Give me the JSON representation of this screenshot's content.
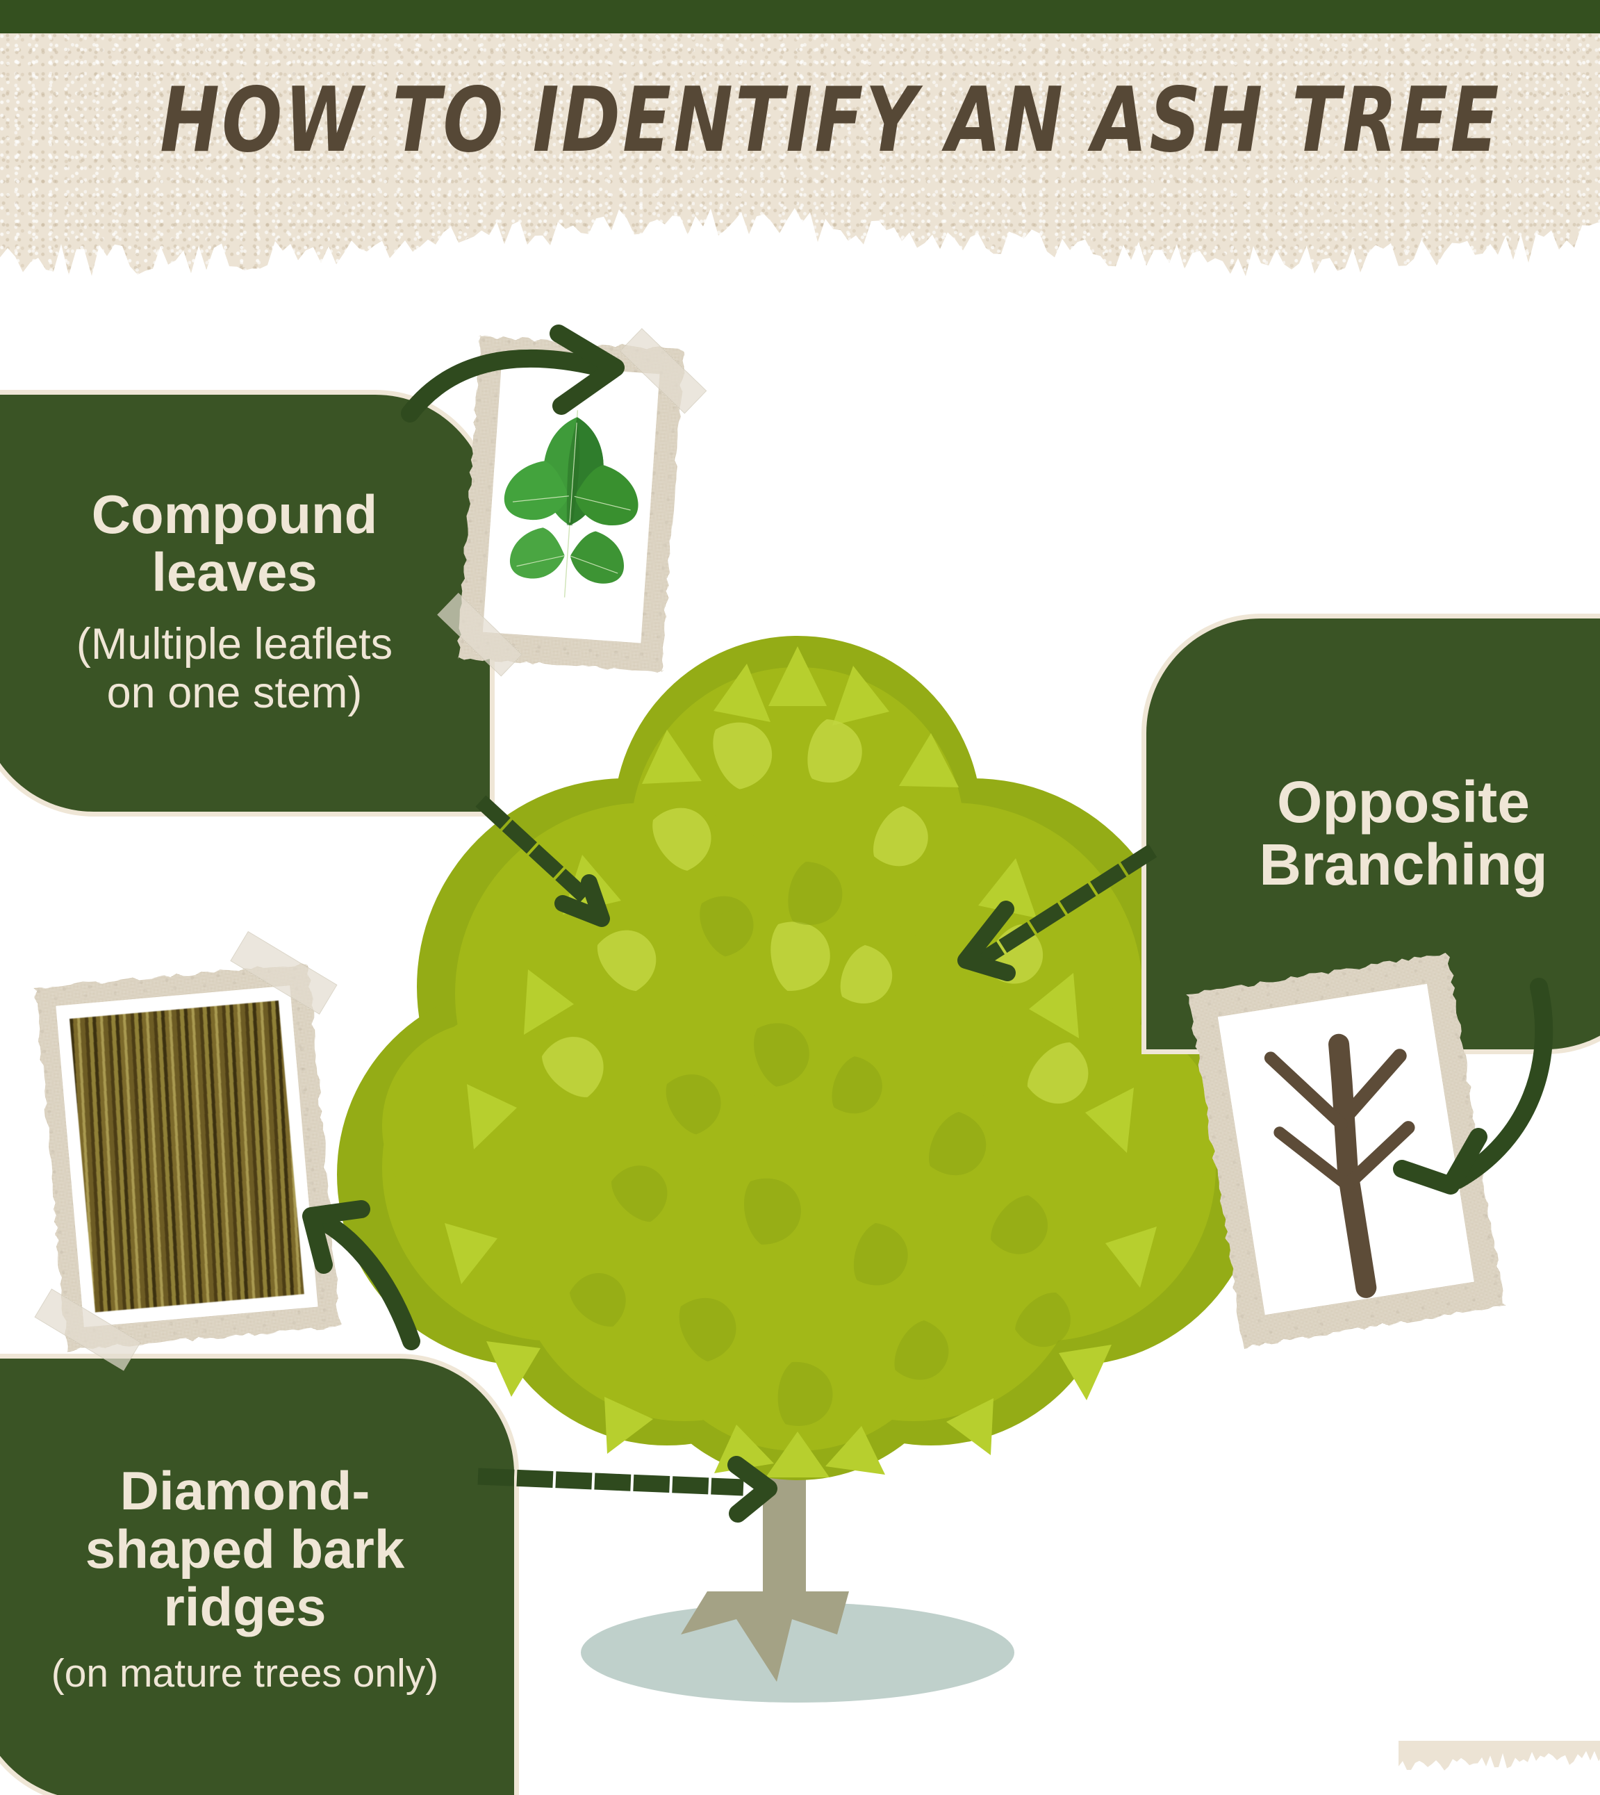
{
  "header": {
    "title": "HOW TO IDENTIFY AN ASH TREE",
    "band_color": "#34501f",
    "paper_color": "#ece3d4",
    "title_color": "#564836"
  },
  "palette": {
    "box_green": "#3a5425",
    "cream": "#efe6d6",
    "canopy_light": "#b7cf2e",
    "canopy_mid": "#a2b818",
    "canopy_dark": "#8fa616",
    "trunk": "#a4a285",
    "ground_shadow": "#bfd0cb",
    "arrow_green": "#2f4a1e",
    "branch_brown": "#5d4c38",
    "card_paper": "#d9cdb4",
    "leaf_photo_green": "#3f9b3a"
  },
  "callouts": [
    {
      "id": "compound-leaves",
      "title": "Compound leaves",
      "title_line1": "Compound",
      "title_line2": "leaves",
      "subtitle_line1": "(Multiple leaflets",
      "subtitle_line2": "on one stem)"
    },
    {
      "id": "opposite-branching",
      "title": "Opposite Branching",
      "title_line1": "Opposite",
      "title_line2": "Branching",
      "subtitle_line1": "",
      "subtitle_line2": ""
    },
    {
      "id": "diamond-bark",
      "title": "Diamond-shaped bark ridges",
      "title_line1": "Diamond-",
      "title_line2": "shaped bark",
      "title_line3": "ridges",
      "subtitle_line1": "(on mature trees only)"
    }
  ],
  "photo_cards": [
    {
      "id": "leaf-card",
      "depicts": "compound ash leaf with five leaflets on one stem"
    },
    {
      "id": "bark-card",
      "depicts": "close-up photo of furrowed diamond-ridged ash bark"
    },
    {
      "id": "branch-card",
      "depicts": "illustration of a twig with opposite branching pairs"
    }
  ],
  "illustration": {
    "subject": "ash tree",
    "canopy": "leafy rounded crown",
    "trunk": "grey trunk with opposite branches and flared roots",
    "ground": "elliptical shadow"
  },
  "arrows": [
    {
      "id": "arrow-to-leaf-card",
      "style": "solid-curved",
      "from": "compound-leaves callout",
      "to": "leaf card"
    },
    {
      "id": "arrow-to-canopy-left",
      "style": "dashed",
      "from": "compound-leaves callout",
      "to": "tree canopy left"
    },
    {
      "id": "arrow-to-canopy-right",
      "style": "dashed",
      "from": "opposite-branching callout",
      "to": "tree canopy right"
    },
    {
      "id": "arrow-to-branch-card",
      "style": "solid-curved",
      "from": "opposite-branching callout",
      "to": "branch card"
    },
    {
      "id": "arrow-to-bark-card",
      "style": "solid-curved",
      "from": "diamond-bark callout",
      "to": "bark card"
    },
    {
      "id": "arrow-to-trunk",
      "style": "dashed",
      "from": "diamond-bark callout",
      "to": "tree trunk"
    }
  ]
}
